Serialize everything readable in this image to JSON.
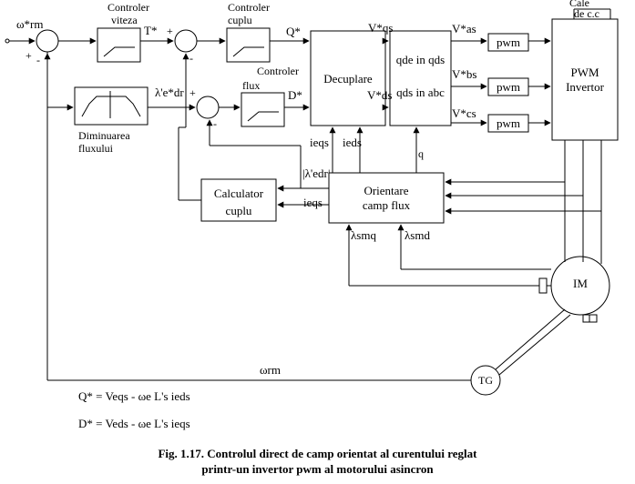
{
  "labels": {
    "controller_speed_title": "Controler",
    "controller_speed_sub": "viteza",
    "controller_torque_title": "Controler",
    "controller_torque_sub": "cuplu",
    "controller_flux_title": "Controler",
    "controller_flux_sub": "flux",
    "flux_weakening_line1": "Diminuarea",
    "flux_weakening_line2": "fluxului",
    "dc_link_line1": "Cale",
    "dc_link_line2": "de c.c",
    "decoupling": "Decuplare",
    "transform_line1": "qde  in qds",
    "transform_line2": "qds in abc",
    "inverter_line1": "PWM",
    "inverter_line2": "Invertor",
    "torque_calculator_line1": "Calculator",
    "torque_calculator_line2": "cuplu",
    "field_orientation_line1": "Orientare",
    "field_orientation_line2": "camp flux",
    "pwm_a": "pwm",
    "pwm_b": "pwm",
    "pwm_c": "pwm",
    "motor": "IM",
    "tachogenerator": "TG",
    "q_signal": "q",
    "plus_1": "+",
    "minus_1": "-",
    "plus_2": "+",
    "minus_2": "-",
    "plus_3": "+",
    "minus_3": "-"
  },
  "signals": {
    "omega_rm_ref": "ω*rm",
    "torque_ref": "T*",
    "lambda_dr_ref": "λ'e*dr",
    "q_ref": "Q*",
    "d_ref": "D*",
    "v_qs_ref": "V*qs",
    "v_ds_ref": "V*ds",
    "v_as_ref": "V*as",
    "v_bs_ref": "V*bs",
    "v_cs_ref": "V*cs",
    "i_qs_e_top": "ieqs",
    "i_ds_e": "ieds",
    "lambda_dr_e": "|λ'edr|",
    "i_qs_e_side": "ieqs",
    "lambda_mq_s": "λsmq",
    "lambda_md_s": "λsmd",
    "omega_rm": "ωrm"
  },
  "equations": {
    "q_equation": "Q* = Veqs - ωe L's ieds",
    "d_equation": "D* = Veds - ωe L's ieqs"
  },
  "caption": {
    "line1": "Fig. 1.17. Controlul direct de camp orientat al curentului reglat",
    "line2": "printr-un invertor pwm al motorului asincron"
  }
}
